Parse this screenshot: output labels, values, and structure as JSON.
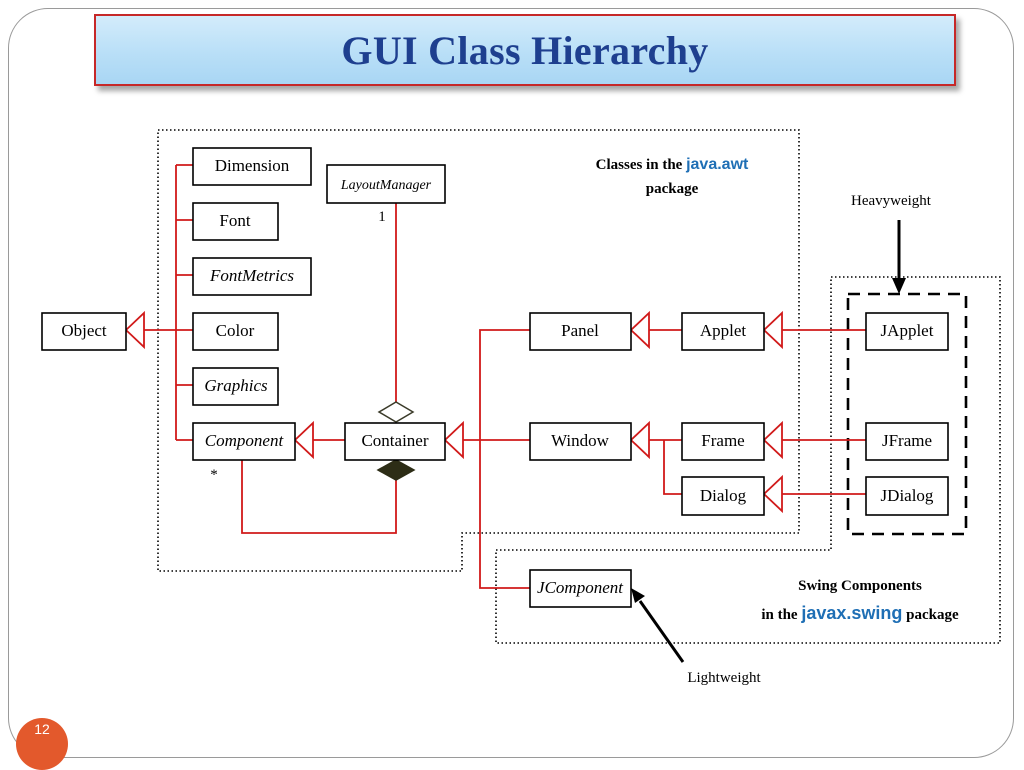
{
  "title": "GUI Class Hierarchy",
  "page_number": "12",
  "classes": {
    "object": "Object",
    "dimension": "Dimension",
    "font": "Font",
    "fontmetrics": "FontMetrics",
    "color": "Color",
    "graphics": "Graphics",
    "component": "Component",
    "container": "Container",
    "layoutmanager": "LayoutManager",
    "panel": "Panel",
    "applet": "Applet",
    "window": "Window",
    "frame": "Frame",
    "dialog": "Dialog",
    "japplet": "JApplet",
    "jframe": "JFrame",
    "jdialog": "JDialog",
    "jcomponent": "JComponent"
  },
  "multiplicity": {
    "layout": "1",
    "component": "*"
  },
  "awt_note": {
    "prefix": "Classes in the ",
    "package": "java.awt",
    "suffix": "package"
  },
  "swing_note": {
    "line1": "Swing Components",
    "prefix": "in the ",
    "package": "javax.swing",
    "suffix": " package"
  },
  "annotations": {
    "heavyweight": "Heavyweight",
    "lightweight": "Lightweight"
  },
  "colors": {
    "title": "#1e3f8f",
    "relation_line": "#d11a1a",
    "package_name": "#1f6fb5",
    "title_border": "#c62828",
    "page_badge": "#e3592c"
  }
}
